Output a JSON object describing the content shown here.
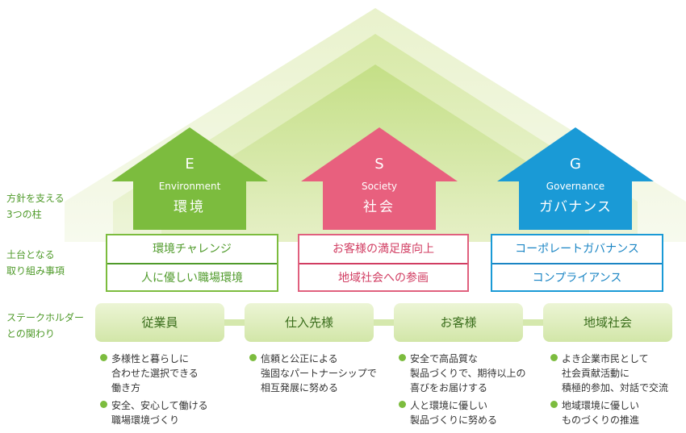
{
  "side_labels": {
    "pillars": [
      "方針を支える",
      "3つの柱"
    ],
    "foundation": [
      "土台となる",
      "取り組み事項"
    ],
    "stakeholders": [
      "ステークホルダー",
      "との関わり"
    ]
  },
  "pillars": [
    {
      "letter": "E",
      "english": "Environment",
      "japanese": "環境",
      "color": "#7cbc3e",
      "items": [
        "環境チャレンジ",
        "人に優しい職場環境"
      ]
    },
    {
      "letter": "S",
      "english": "Society",
      "japanese": "社会",
      "color": "#e8607e",
      "items": [
        "お客様の満足度向上",
        "地域社会への参画"
      ]
    },
    {
      "letter": "G",
      "english": "Governance",
      "japanese": "ガバナンス",
      "color": "#1a9ad6",
      "items": [
        "コーポレートガバナンス",
        "コンプライアンス"
      ]
    }
  ],
  "stakeholders": [
    {
      "name": "従業員",
      "bullets": [
        [
          "多様性と暮らしに",
          "合わせた選択できる",
          "働き方"
        ],
        [
          "安全、安心して働ける",
          "職場環境づくり"
        ]
      ]
    },
    {
      "name": "仕入先様",
      "bullets": [
        [
          "信頼と公正による",
          "強固なパートナーシップで",
          "相互発展に努める"
        ]
      ]
    },
    {
      "name": "お客様",
      "bullets": [
        [
          "安全で高品質な",
          "製品づくりで、期待以上の",
          "喜びをお届けする"
        ],
        [
          "人と環境に優しい",
          "製品づくりに努める"
        ]
      ]
    },
    {
      "name": "地域社会",
      "bullets": [
        [
          "よき企業市民として",
          "社会貢献活動に",
          "積極的参加、対話で交流"
        ],
        [
          "地域環境に優しい",
          "ものづくりの推進"
        ]
      ]
    }
  ],
  "colors": {
    "green": "#7cbc3e",
    "pink": "#e8607e",
    "blue": "#1a9ad6",
    "roof_light": "#e6f0c4"
  }
}
